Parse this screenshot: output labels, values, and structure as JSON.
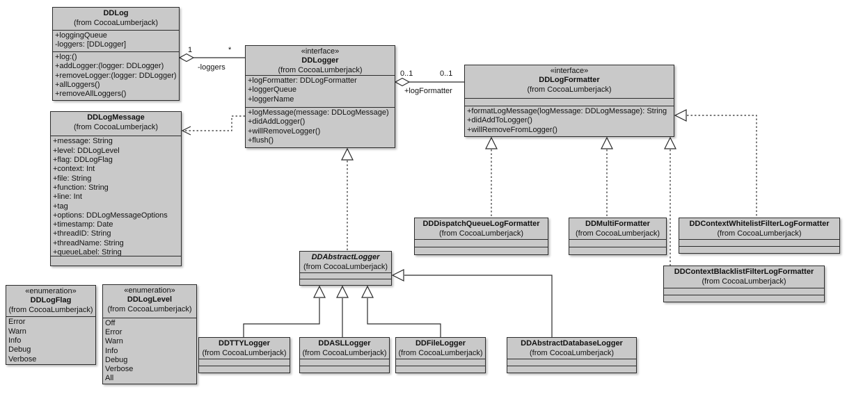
{
  "classes": {
    "ddlog": {
      "stereotype": "",
      "name": "DDLog",
      "package": "(from CocoaLumberjack)",
      "attributes": [
        "+loggingQueue",
        "-loggers: [DDLogger]"
      ],
      "methods": [
        "+log:()",
        "+addLogger:(logger: DDLogger)",
        "+removeLogger:(logger: DDLogger)",
        "+allLoggers()",
        "+removeAllLoggers()"
      ]
    },
    "ddlogger": {
      "stereotype": "«interface»",
      "name": "DDLogger",
      "package": "(from CocoaLumberjack)",
      "attributes": [
        "+logFormatter: DDLogFormatter",
        "+loggerQueue",
        "+loggerName"
      ],
      "methods": [
        "+logMessage(message: DDLogMessage)",
        "+didAddLogger()",
        "+willRemoveLogger()",
        "+flush()"
      ]
    },
    "ddlogformatter": {
      "stereotype": "«interface»",
      "name": "DDLogFormatter",
      "package": "(from CocoaLumberjack)",
      "attributes": [],
      "methods": [
        "+formatLogMessage(logMessage: DDLogMessage): String",
        "+didAddToLogger()",
        "+willRemoveFromLogger()"
      ]
    },
    "ddlogmessage": {
      "stereotype": "",
      "name": "DDLogMessage",
      "package": "(from CocoaLumberjack)",
      "attributes": [
        "+message: String",
        "+level: DDLogLevel",
        "+flag: DDLogFlag",
        "+context: Int",
        "+file: String",
        "+function: String",
        "+line: Int",
        "+tag",
        "+options: DDLogMessageOptions",
        "+timestamp: Date",
        "+threadID: String",
        "+threadName: String",
        "+queueLabel: String"
      ],
      "methods": []
    },
    "ddlogflag": {
      "stereotype": "«enumeration»",
      "name": "DDLogFlag",
      "package": "(from CocoaLumberjack)",
      "attributes": [
        "Error",
        "Warn",
        "Info",
        "Debug",
        "Verbose"
      ],
      "methods": []
    },
    "ddloglevel": {
      "stereotype": "«enumeration»",
      "name": "DDLogLevel",
      "package": "(from CocoaLumberjack)",
      "attributes": [
        "Off",
        "Error",
        "Warn",
        "Info",
        "Debug",
        "Verbose",
        "All"
      ],
      "methods": []
    },
    "ddabstractlogger": {
      "stereotype": "",
      "name": "DDAbstractLogger",
      "package": "(from CocoaLumberjack)",
      "attributes": [],
      "methods": []
    },
    "ddttylogger": {
      "stereotype": "",
      "name": "DDTTYLogger",
      "package": "(from CocoaLumberjack)",
      "attributes": [],
      "methods": []
    },
    "ddasllogger": {
      "stereotype": "",
      "name": "DDASLLogger",
      "package": "(from CocoaLumberjack)",
      "attributes": [],
      "methods": []
    },
    "ddfilelogger": {
      "stereotype": "",
      "name": "DDFileLogger",
      "package": "(from CocoaLumberjack)",
      "attributes": [],
      "methods": []
    },
    "ddabstractdatabaselogger": {
      "stereotype": "",
      "name": "DDAbstractDatabaseLogger",
      "package": "(from CocoaLumberjack)",
      "attributes": [],
      "methods": []
    },
    "dddispatchqueuelogformatter": {
      "stereotype": "",
      "name": "DDDispatchQueueLogFormatter",
      "package": "(from CocoaLumberjack)",
      "attributes": [],
      "methods": []
    },
    "ddmultiformatter": {
      "stereotype": "",
      "name": "DDMultiFormatter",
      "package": "(from CocoaLumberjack)",
      "attributes": [],
      "methods": []
    },
    "ddcontextwhitelistfilterlogformatter": {
      "stereotype": "",
      "name": "DDContextWhitelistFilterLogFormatter",
      "package": "(from CocoaLumberjack)",
      "attributes": [],
      "methods": []
    },
    "ddcontextblacklistfilterlogformatter": {
      "stereotype": "",
      "name": "DDContextBlacklistFilterLogFormatter",
      "package": "(from CocoaLumberjack)",
      "attributes": [],
      "methods": []
    }
  },
  "relations": {
    "ddlog_loggers": {
      "mult_source": "1",
      "mult_target": "*",
      "role": "-loggers"
    },
    "ddlogger_logformatter": {
      "mult_source": "0..1",
      "mult_target": "0..1",
      "role": "+logFormatter"
    }
  },
  "colors": {
    "box_fill": "#c9c9c9",
    "box_border": "#2b2b2b",
    "background": "#ffffff"
  }
}
